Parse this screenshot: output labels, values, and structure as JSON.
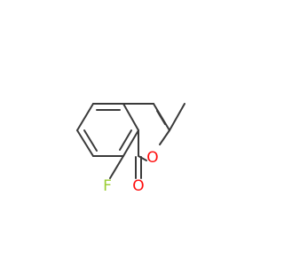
{
  "molecule": {
    "atoms": {
      "ring_oxygen": {
        "symbol": "O",
        "color": "#ff0d0d"
      },
      "carbonyl_oxygen": {
        "symbol": "O",
        "color": "#ff0d0d"
      },
      "fluorine": {
        "symbol": "F",
        "color": "#9acd32"
      }
    },
    "bond_color": "#3a3a3a"
  }
}
